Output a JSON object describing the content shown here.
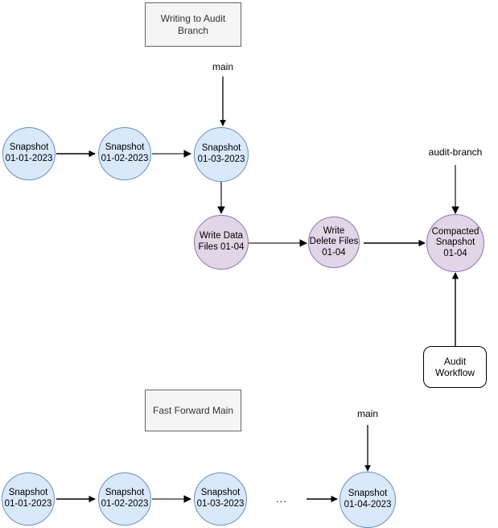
{
  "diagram": {
    "title_boxes": [
      {
        "name": "writing-to-audit-branch",
        "label": "Writing to Audit Branch"
      },
      {
        "name": "fast-forward-main",
        "label": "Fast Forward Main"
      }
    ],
    "branch_labels": {
      "main_top": "main",
      "main_bottom": "main",
      "audit_branch": "audit-branch"
    },
    "top_chain": [
      {
        "label": "Snapshot\n01-01-2023"
      },
      {
        "label": "Snapshot\n01-02-2023"
      },
      {
        "label": "Snapshot\n01-03-2023"
      }
    ],
    "audit_chain": [
      {
        "label": "Write Data\nFiles 01-04"
      },
      {
        "label": "Write\nDelete Files\n01-04"
      },
      {
        "label": "Compacted\nSnapshot\n01-04"
      }
    ],
    "workflow_box": {
      "label": "Audit\nWorkflow"
    },
    "bottom_chain": [
      {
        "label": "Snapshot\n01-01-2023"
      },
      {
        "label": "Snapshot\n01-02-2023"
      },
      {
        "label": "Snapshot\n01-03-2023"
      },
      {
        "label": "Snapshot\n01-04-2023"
      }
    ],
    "ellipsis": "...",
    "colors": {
      "snapshot_fill": "#dae8fc",
      "snapshot_stroke": "#6c8ebf",
      "audit_fill": "#e1d5e7",
      "audit_stroke": "#9673a6",
      "label_box_fill": "#f5f5f5",
      "label_box_stroke": "#666666",
      "edge_stroke": "#000000"
    }
  }
}
